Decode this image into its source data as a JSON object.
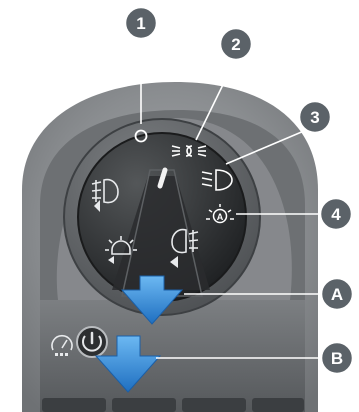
{
  "callouts": [
    {
      "id": "1",
      "label": "1"
    },
    {
      "id": "2",
      "label": "2"
    },
    {
      "id": "3",
      "label": "3"
    },
    {
      "id": "4",
      "label": "4"
    },
    {
      "id": "A",
      "label": "A"
    },
    {
      "id": "B",
      "label": "B"
    }
  ],
  "switch_positions": [
    "off",
    "side-lights",
    "dipped-beam",
    "auto-lights"
  ],
  "dial_icons": [
    "front-fog-icon",
    "rear-fog-icon",
    "instrument-dimmer-icon"
  ],
  "colors": {
    "callout_fill": "#5b6268",
    "leader_line": "#ffffff",
    "arrow_blue": "#2f8ede",
    "panel": "#7a7d80"
  }
}
